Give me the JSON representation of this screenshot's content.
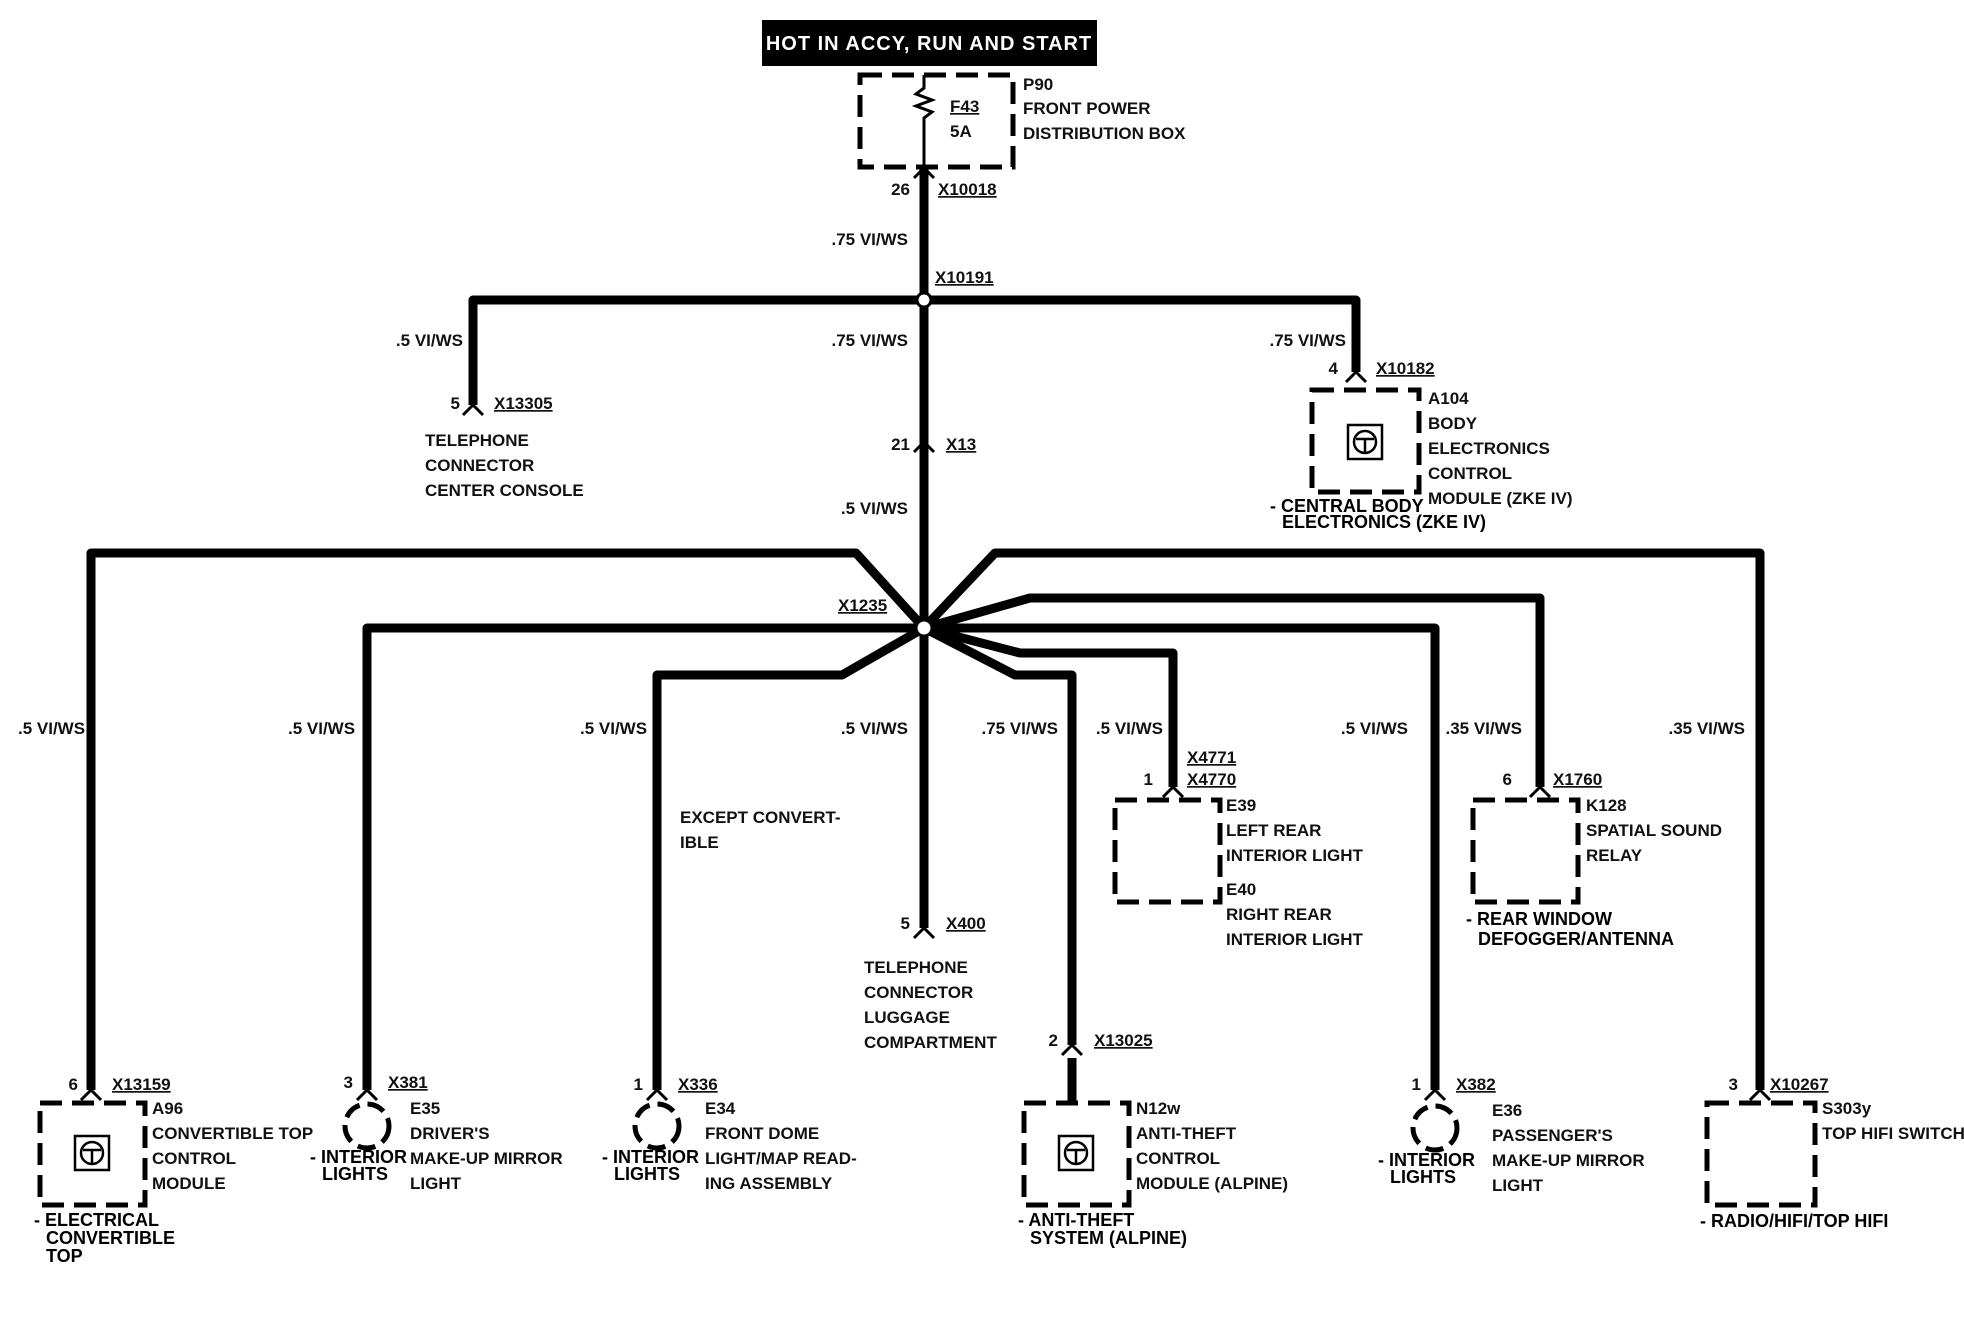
{
  "title": "HOT IN ACCY, RUN AND START",
  "fuse_box": {
    "fuse_id": "F43",
    "fuse_rating": "5A",
    "id": "P90",
    "line1": "FRONT POWER",
    "line2": "DISTRIBUTION BOX",
    "pin": "26",
    "connector": "X10018",
    "wire": ".75 VI/WS"
  },
  "splice_top": {
    "id": "X10191",
    "wire_down": ".75 VI/WS"
  },
  "telephone_console": {
    "wire": ".5 VI/WS",
    "pin": "5",
    "connector": "X13305",
    "line1": "TELEPHONE",
    "line2": "CONNECTOR",
    "line3": "CENTER CONSOLE"
  },
  "body_module": {
    "wire": ".75 VI/WS",
    "pin": "4",
    "connector": "X10182",
    "id": "A104",
    "line1": "BODY",
    "line2": "ELECTRONICS",
    "line3": "CONTROL",
    "line4": "MODULE (ZKE IV)",
    "system1": "- CENTRAL BODY",
    "system2": "ELECTRONICS (ZKE IV)"
  },
  "x13": {
    "pin": "21",
    "connector": "X13",
    "wire_down": ".5 VI/WS"
  },
  "splice_main": {
    "id": "X1235"
  },
  "convertible_top": {
    "wire": ".5 VI/WS",
    "pin": "6",
    "connector": "X13159",
    "id": "A96",
    "line1": "CONVERTIBLE TOP",
    "line2": "CONTROL",
    "line3": "MODULE",
    "system1": "- ELECTRICAL",
    "system2": "CONVERTIBLE",
    "system3": "TOP"
  },
  "driver_mirror": {
    "wire": ".5 VI/WS",
    "pin": "3",
    "connector": "X381",
    "id": "E35",
    "line1": "DRIVER'S",
    "line2": "MAKE-UP MIRROR",
    "line3": "LIGHT",
    "system1": "- INTERIOR",
    "system2": "LIGHTS"
  },
  "front_dome": {
    "wire": ".5 VI/WS",
    "note1": "EXCEPT CONVERT-",
    "note2": "IBLE",
    "pin": "1",
    "connector": "X336",
    "id": "E34",
    "line1": "FRONT DOME",
    "line2": "LIGHT/MAP READ-",
    "line3": "ING ASSEMBLY",
    "system1": "- INTERIOR",
    "system2": "LIGHTS"
  },
  "telephone_luggage": {
    "wire": ".5 VI/WS",
    "pin": "5",
    "connector": "X400",
    "line1": "TELEPHONE",
    "line2": "CONNECTOR",
    "line3": "LUGGAGE",
    "line4": "COMPARTMENT"
  },
  "anti_theft": {
    "wire": ".75 VI/WS",
    "pin": "2",
    "connector": "X13025",
    "id": "N12w",
    "line1": "ANTI-THEFT",
    "line2": "CONTROL",
    "line3": "MODULE (ALPINE)",
    "system1": "- ANTI-THEFT",
    "system2": "SYSTEM (ALPINE)"
  },
  "rear_lights": {
    "wire": ".5 VI/WS",
    "pin": "1",
    "connector1": "X4771",
    "connector2": "X4770",
    "id1": "E39",
    "line1": "LEFT REAR",
    "line2": "INTERIOR LIGHT",
    "id2": "E40",
    "line3": "RIGHT REAR",
    "line4": "INTERIOR LIGHT"
  },
  "passenger_mirror": {
    "wire": ".5 VI/WS",
    "pin": "1",
    "connector": "X382",
    "id": "E36",
    "line1": "PASSENGER'S",
    "line2": "MAKE-UP MIRROR",
    "line3": "LIGHT",
    "system1": "- INTERIOR",
    "system2": "LIGHTS"
  },
  "sound_relay": {
    "wire": ".35 VI/WS",
    "pin": "6",
    "connector": "X1760",
    "id": "K128",
    "line1": "SPATIAL SOUND",
    "line2": "RELAY",
    "system1": "- REAR WINDOW",
    "system2": "DEFOGGER/ANTENNA"
  },
  "hifi_switch": {
    "wire": ".35 VI/WS",
    "pin": "3",
    "connector": "X10267",
    "id": "S303y",
    "line1": "TOP HIFI SWITCH",
    "system1": "- RADIO/HIFI/TOP HIFI"
  }
}
